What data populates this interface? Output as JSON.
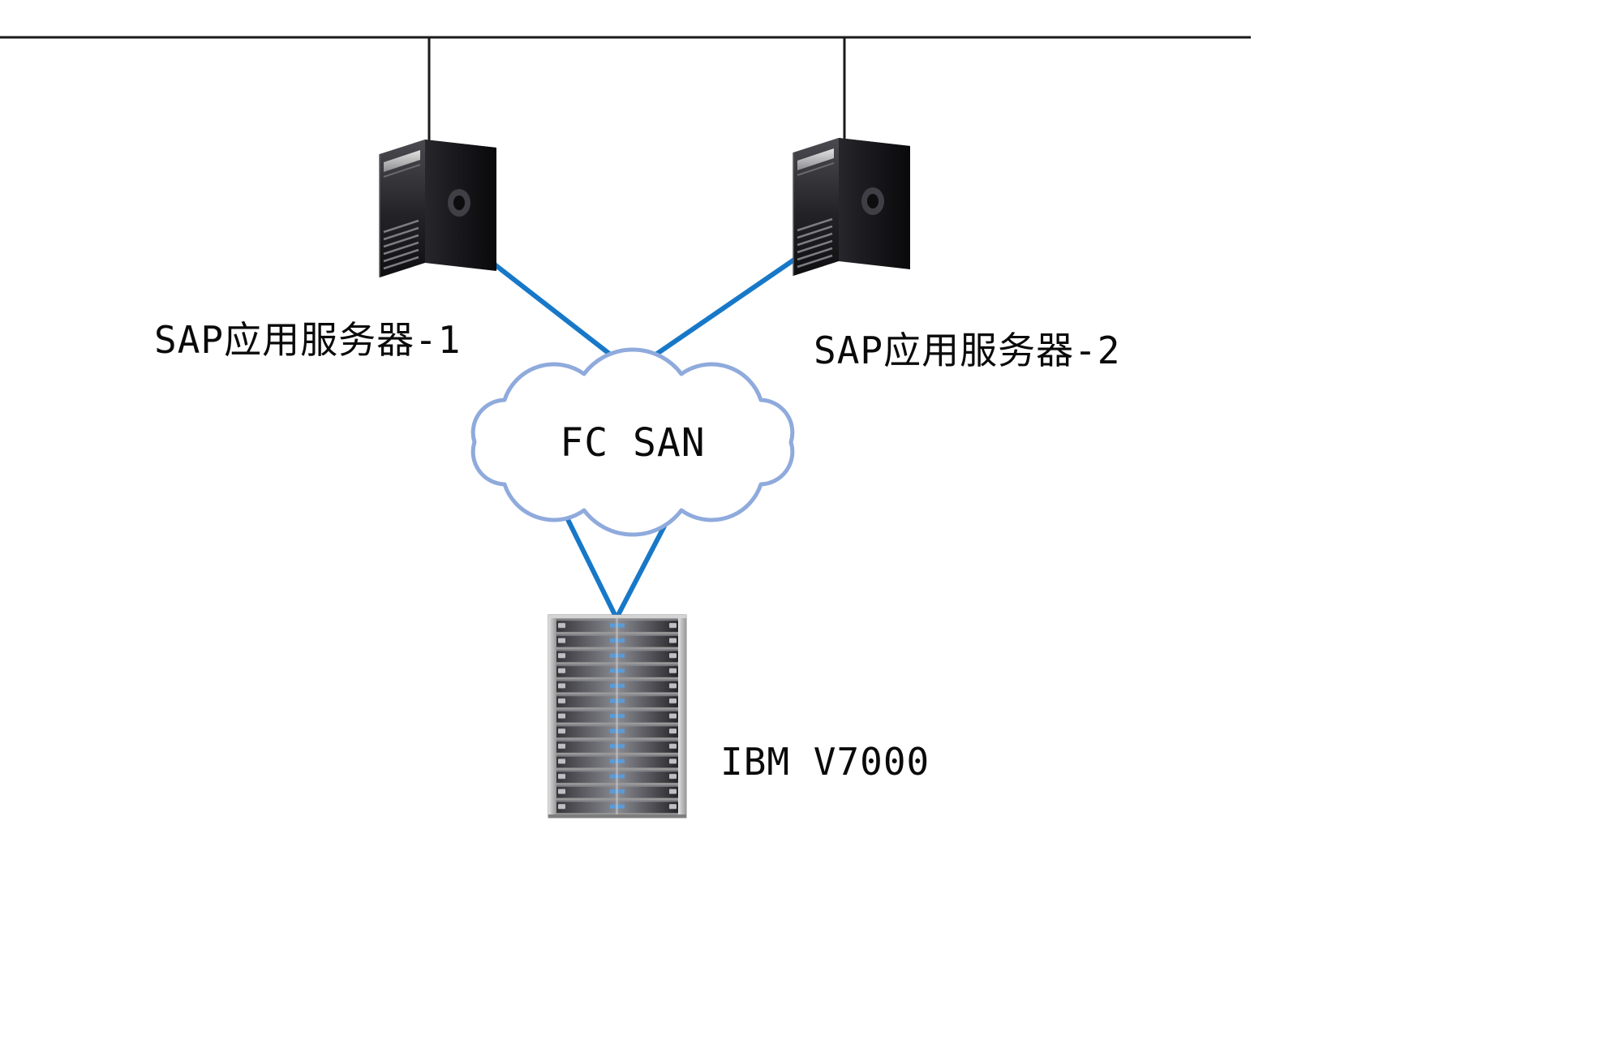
{
  "labels": {
    "server1": "SAP应用服务器-1",
    "server2": "SAP应用服务器-2",
    "san_cloud": "FC SAN",
    "storage": "IBM V7000"
  },
  "colors": {
    "background": "#ffffff",
    "bus_line": "#1a1a1a",
    "connector": "#1878C8",
    "cloud_outline": "#8FAADC",
    "cloud_fill": "#ffffff",
    "storage_led": "#5B9BD5",
    "label_text": "#0a0a0a"
  },
  "icons": {
    "server_tower": "server-tower-icon",
    "san_cloud": "fc-san-cloud-icon",
    "storage_array": "storage-array-icon"
  }
}
